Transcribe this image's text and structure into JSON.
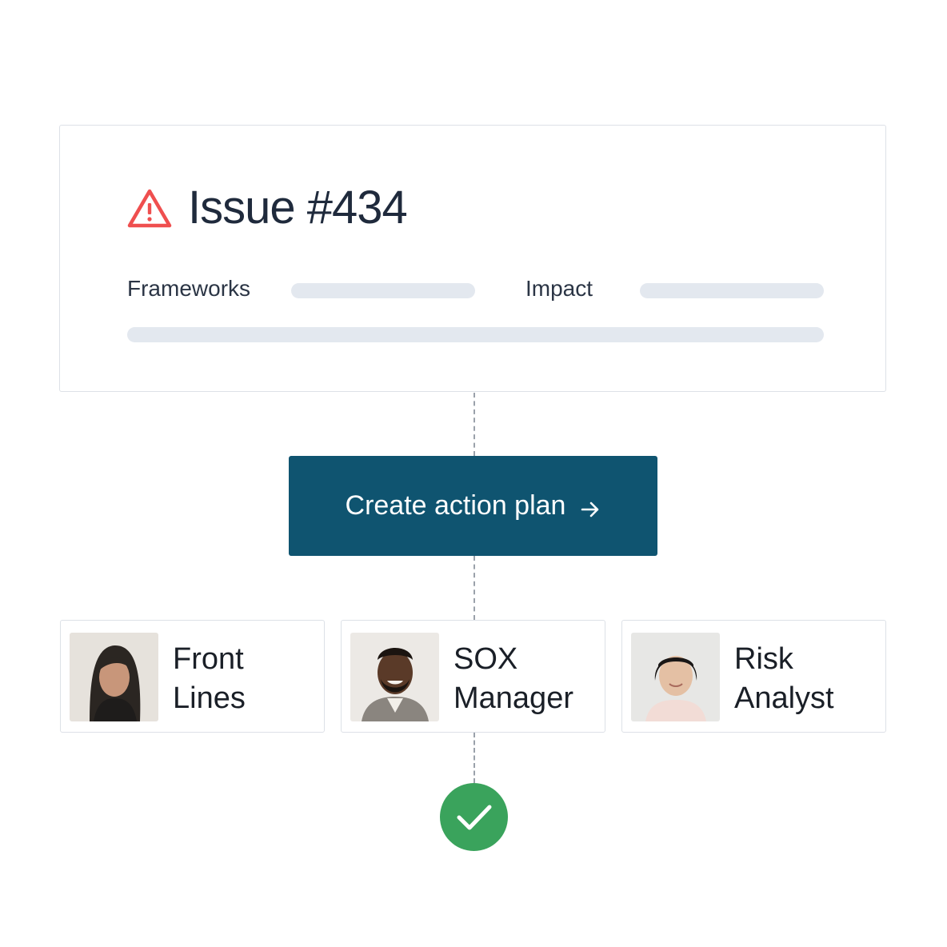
{
  "issue": {
    "title": "Issue #434",
    "frameworks_label": "Frameworks",
    "impact_label": "Impact"
  },
  "cta": {
    "label": "Create action plan"
  },
  "roles": [
    {
      "line1": "Front",
      "line2": "Lines"
    },
    {
      "line1": "SOX",
      "line2": "Manager"
    },
    {
      "line1": "Risk",
      "line2": "Analyst"
    }
  ],
  "colors": {
    "warning": "#ef4f4f",
    "button": "#0f5470",
    "success": "#3aa35c",
    "placeholder_bar": "#e3e8ef"
  },
  "icons": {
    "warning": "warning-icon",
    "arrow": "arrow-right-icon",
    "check": "checkmark-icon"
  }
}
